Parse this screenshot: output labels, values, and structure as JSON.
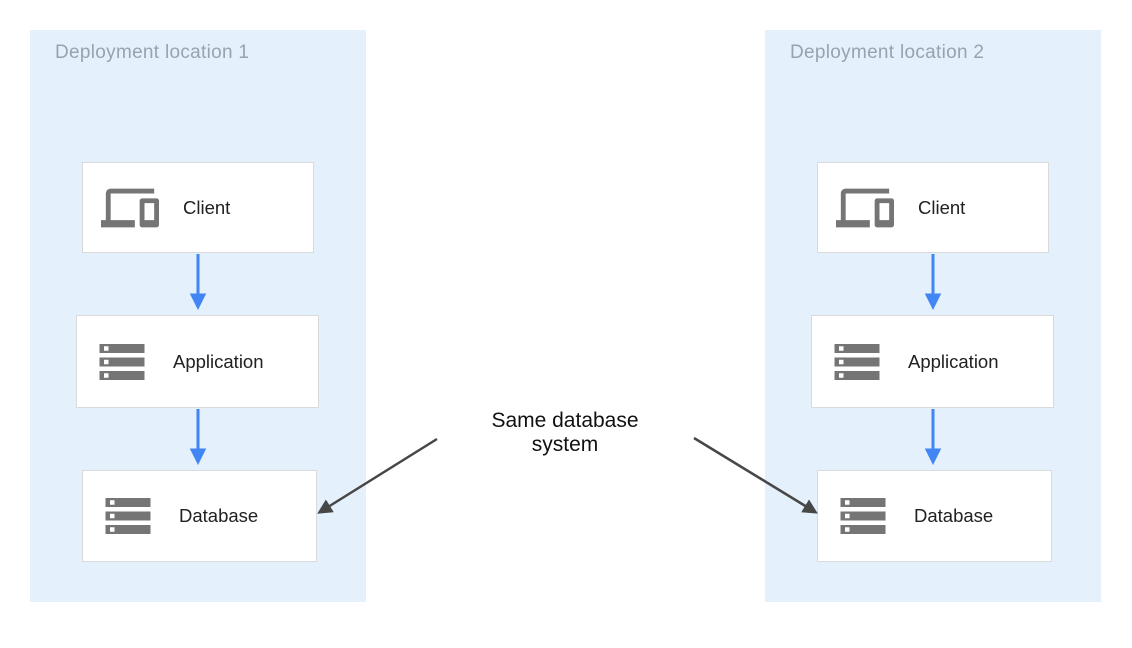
{
  "diagram": {
    "annotation": {
      "text": "Same database\nsystem"
    },
    "locations": [
      {
        "title": "Deployment location 1",
        "nodes": [
          {
            "label": "Client",
            "icon": "devices-icon"
          },
          {
            "label": "Application",
            "icon": "storage-icon"
          },
          {
            "label": "Database",
            "icon": "storage-icon"
          }
        ]
      },
      {
        "title": "Deployment location 2",
        "nodes": [
          {
            "label": "Client",
            "icon": "devices-icon"
          },
          {
            "label": "Application",
            "icon": "storage-icon"
          },
          {
            "label": "Database",
            "icon": "storage-icon"
          }
        ]
      }
    ],
    "connections": [
      {
        "from": "Client",
        "to": "Application",
        "location": "Deployment location 1",
        "style": "blue-arrow"
      },
      {
        "from": "Application",
        "to": "Database",
        "location": "Deployment location 1",
        "style": "blue-arrow"
      },
      {
        "from": "Client",
        "to": "Application",
        "location": "Deployment location 2",
        "style": "blue-arrow"
      },
      {
        "from": "Application",
        "to": "Database",
        "location": "Deployment location 2",
        "style": "blue-arrow"
      },
      {
        "from": "Same database system",
        "to": "Database (Deployment location 1)",
        "style": "dark-arrow"
      },
      {
        "from": "Same database system",
        "to": "Database (Deployment location 2)",
        "style": "dark-arrow"
      }
    ],
    "colors": {
      "page_background": "#ffffff",
      "location_background": "#e4f0fb",
      "node_background": "#ffffff",
      "node_border": "#d9dadb",
      "node_text": "#212121",
      "title_text": "#9aa3ad",
      "icon_gray": "#757575",
      "flow_arrow_blue": "#4285f4",
      "annotation_arrow_dark": "#474747",
      "annotation_text": "#111111"
    }
  }
}
